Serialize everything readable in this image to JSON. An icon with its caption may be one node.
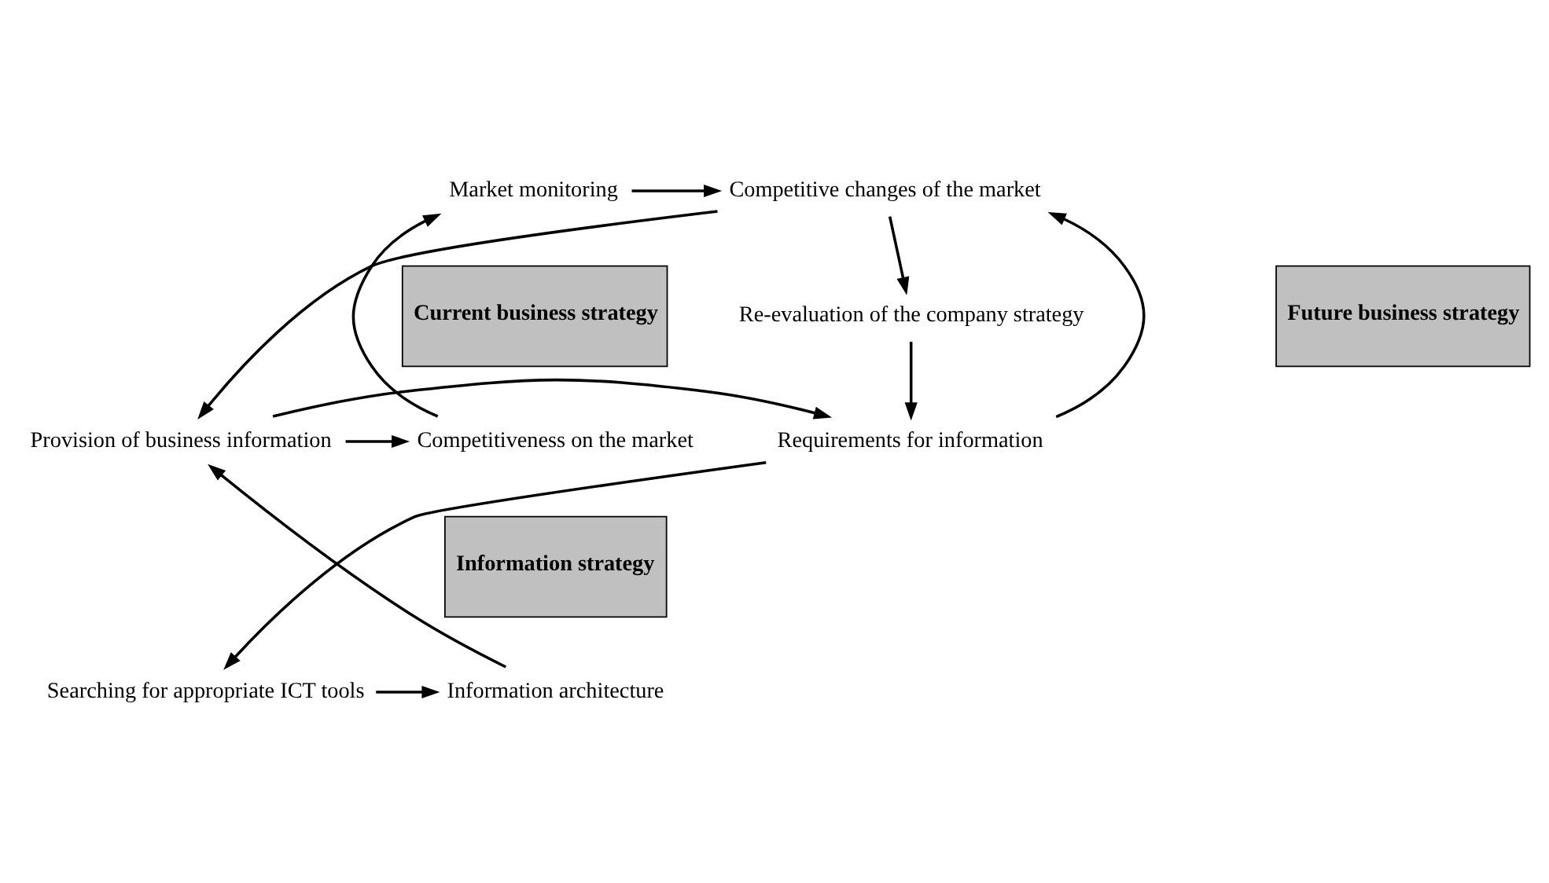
{
  "diagram": {
    "nodes": [
      {
        "text": [
          "Market monitoring"
        ]
      },
      {
        "text": [
          "Competitive changes of the market"
        ]
      },
      {
        "text": [
          "Current business strategy"
        ]
      },
      {
        "text": [
          "Future business strategy"
        ]
      },
      {
        "text": [
          "Re-evaluation of the company strategy"
        ]
      },
      {
        "text": [
          "Competitiveness on the market"
        ]
      },
      {
        "text": [
          "Provision of business information"
        ]
      },
      {
        "text": [
          "Requirements for information"
        ]
      },
      {
        "text": [
          "Information strategy"
        ]
      },
      {
        "text": [
          "Information architecture"
        ]
      },
      {
        "text": [
          "Searching for appropriate ICT tools"
        ]
      }
    ],
    "edges": [
      {
        "from": 0,
        "to": 1,
        "arrow": "to"
      },
      {
        "from": 1,
        "to": 4,
        "arrow": "to"
      },
      {
        "from": 1,
        "to": 6,
        "arrow": "to"
      },
      {
        "from": 7,
        "to": 1,
        "arrow": "to"
      },
      {
        "from": 4,
        "to": 7,
        "arrow": "to"
      },
      {
        "from": 6,
        "to": 7,
        "arrow": "to"
      },
      {
        "from": 6,
        "to": 5,
        "arrow": "to"
      },
      {
        "from": 5,
        "to": 0,
        "arrow": "to"
      },
      {
        "from": 7,
        "to": 10,
        "arrow": "to"
      },
      {
        "from": 10,
        "to": 9,
        "arrow": "to"
      },
      {
        "from": 9,
        "to": 6,
        "arrow": "to"
      }
    ]
  }
}
